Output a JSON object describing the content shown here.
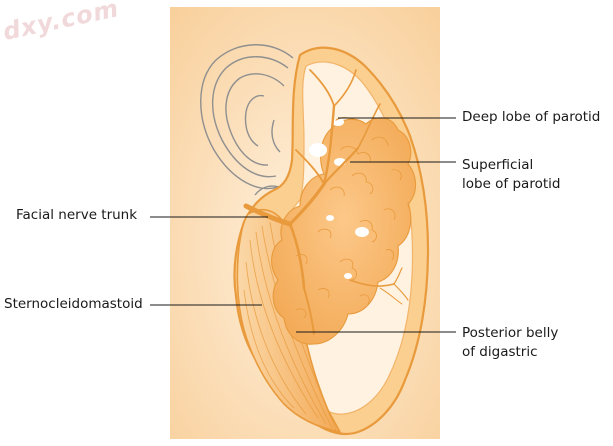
{
  "watermark": "dxy.com",
  "colors": {
    "background_panel": "#fde6c9",
    "parotid": "#f6b96a",
    "outline": "#e89a3c",
    "nerve": "#e89a3c",
    "ear": "#8f8f8f"
  },
  "labels": {
    "deep_lobe": "Deep lobe of parotid",
    "superficial_line1": "Superficial",
    "superficial_line2": "lobe of parotid",
    "facial_nerve": "Facial nerve trunk",
    "sternocleidomastoid": "Sternocleidomastoid",
    "digastric_line1": "Posterior belly",
    "digastric_line2": "of digastric"
  }
}
